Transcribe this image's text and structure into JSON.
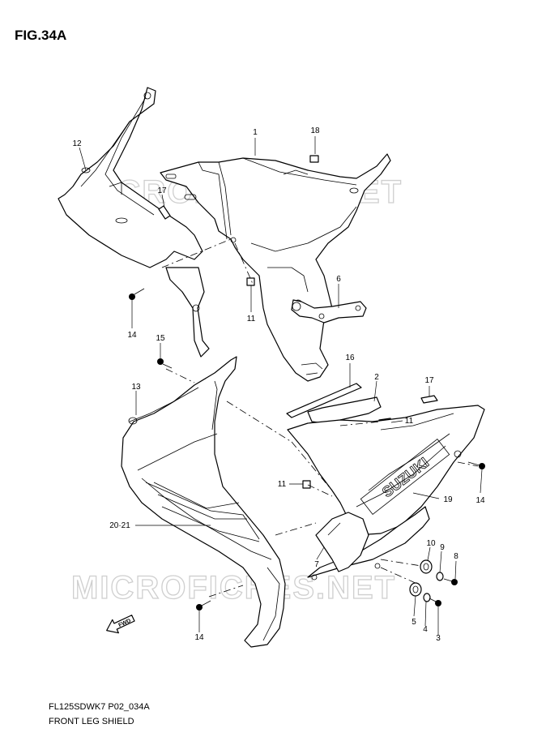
{
  "figure": {
    "title": "FIG.34A",
    "code": "FL125SDWK7 P02_034A",
    "name": "FRONT LEG SHIELD",
    "watermark": "MICROFICHES.NET",
    "brand_decal": "SUZUKI",
    "forward_arrow": "FWD"
  },
  "callouts": [
    {
      "id": "c1",
      "text": "1"
    },
    {
      "id": "c18",
      "text": "18"
    },
    {
      "id": "c12",
      "text": "12"
    },
    {
      "id": "c17a",
      "text": "17"
    },
    {
      "id": "c6",
      "text": "6"
    },
    {
      "id": "c11a",
      "text": "11"
    },
    {
      "id": "c14a",
      "text": "14"
    },
    {
      "id": "c15",
      "text": "15"
    },
    {
      "id": "c16",
      "text": "16"
    },
    {
      "id": "c2",
      "text": "2"
    },
    {
      "id": "c17b",
      "text": "17"
    },
    {
      "id": "c13",
      "text": "13"
    },
    {
      "id": "c11b",
      "text": "11"
    },
    {
      "id": "c14b",
      "text": "14"
    },
    {
      "id": "c11c",
      "text": "11"
    },
    {
      "id": "c19",
      "text": "19"
    },
    {
      "id": "c2021",
      "text": "20·21"
    },
    {
      "id": "c10",
      "text": "10"
    },
    {
      "id": "c9",
      "text": "9"
    },
    {
      "id": "c8",
      "text": "8"
    },
    {
      "id": "c7",
      "text": "7"
    },
    {
      "id": "c14c",
      "text": "14"
    },
    {
      "id": "c5",
      "text": "5"
    },
    {
      "id": "c4",
      "text": "4"
    },
    {
      "id": "c3",
      "text": "3"
    }
  ]
}
